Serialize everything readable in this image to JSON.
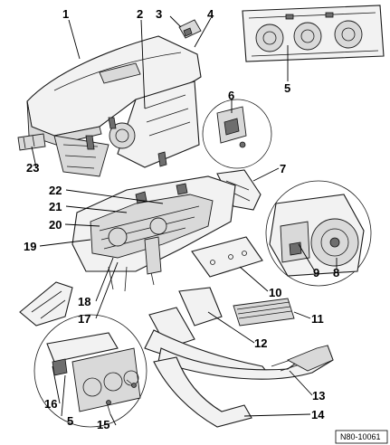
{
  "diagram": {
    "reference_code": "N80-10061",
    "parts": [
      {
        "id": "p1",
        "number": "1"
      },
      {
        "id": "p2",
        "number": "2"
      },
      {
        "id": "p3",
        "number": "3"
      },
      {
        "id": "p4",
        "number": "4"
      },
      {
        "id": "p5a",
        "number": "5"
      },
      {
        "id": "p6",
        "number": "6"
      },
      {
        "id": "p7",
        "number": "7"
      },
      {
        "id": "p8",
        "number": "8"
      },
      {
        "id": "p9",
        "number": "9"
      },
      {
        "id": "p10",
        "number": "10"
      },
      {
        "id": "p11",
        "number": "11"
      },
      {
        "id": "p12",
        "number": "12"
      },
      {
        "id": "p13",
        "number": "13"
      },
      {
        "id": "p14",
        "number": "14"
      },
      {
        "id": "p15",
        "number": "15"
      },
      {
        "id": "p5b",
        "number": "5"
      },
      {
        "id": "p16",
        "number": "16"
      },
      {
        "id": "p17",
        "number": "17"
      },
      {
        "id": "p18",
        "number": "18"
      },
      {
        "id": "p19",
        "number": "19"
      },
      {
        "id": "p20",
        "number": "20"
      },
      {
        "id": "p21",
        "number": "21"
      },
      {
        "id": "p22",
        "number": "22"
      },
      {
        "id": "p23",
        "number": "23"
      }
    ]
  }
}
